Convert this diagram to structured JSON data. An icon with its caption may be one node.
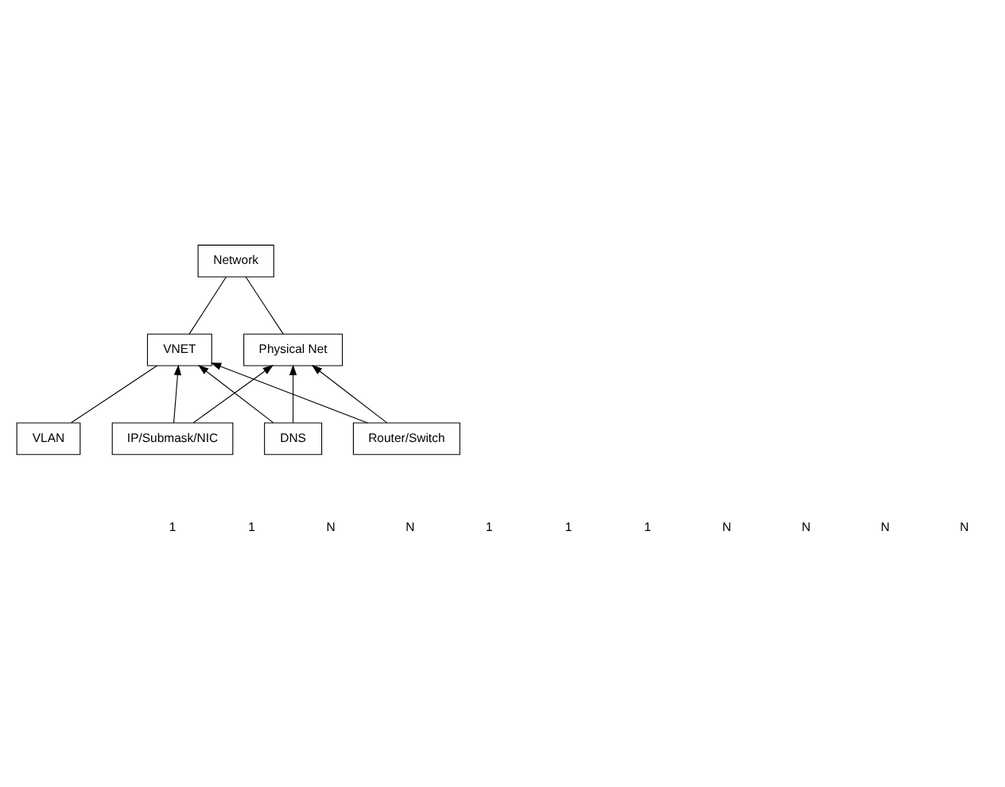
{
  "diagram": {
    "nodes": [
      {
        "text": [
          "Network"
        ]
      },
      {
        "text": [
          "VNET"
        ]
      },
      {
        "text": [
          "Physical Net"
        ]
      },
      {
        "text": [
          "VLAN"
        ]
      },
      {
        "text": [
          "IP/Submask/NIC"
        ]
      },
      {
        "text": [
          "DNS"
        ]
      },
      {
        "text": [
          "Router/Switch"
        ]
      }
    ],
    "edges": [
      {
        "from": 0,
        "to": 1,
        "arrow": "none"
      },
      {
        "from": 0,
        "to": 2,
        "arrow": "none"
      },
      {
        "from": 1,
        "to": 3,
        "arrow": "none"
      },
      {
        "from": 4,
        "to": 1,
        "arrow": "to"
      },
      {
        "from": 4,
        "to": 2,
        "arrow": "to"
      },
      {
        "from": 5,
        "to": 1,
        "arrow": "to"
      },
      {
        "from": 5,
        "to": 2,
        "arrow": "to"
      },
      {
        "from": 6,
        "to": 1,
        "arrow": "to"
      },
      {
        "from": 6,
        "to": 2,
        "arrow": "to"
      }
    ],
    "labels": [
      "1",
      "1",
      "N",
      "N",
      "1",
      "1",
      "1",
      "N",
      "N",
      "N",
      "N"
    ]
  }
}
